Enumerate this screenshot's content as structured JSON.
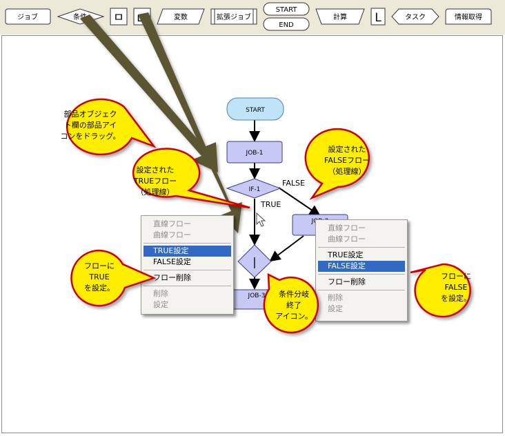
{
  "toolbar": {
    "job": "ジョブ",
    "condition": "条件",
    "loop_start_glyph": "ㅁ",
    "loop_end_glyph": "ш",
    "variable": "変数",
    "ext_job": "拡張ジョブ",
    "start": "START",
    "end": "END",
    "calc": "計算",
    "label_glyph": "L",
    "task": "タスク",
    "info": "情報取得"
  },
  "flow": {
    "start": "START",
    "job1": "JOB-1",
    "if1": "IF-1",
    "job2": "JOB-2",
    "job3": "JOB-3",
    "merge_glyph": "|",
    "true_label": "TRUE",
    "false_label": "FALSE"
  },
  "menu_left": {
    "items": [
      "直線フロー",
      "曲線フロー",
      "TRUE設定",
      "FALSE設定",
      "フロー削除",
      "削除",
      "設定"
    ]
  },
  "menu_right": {
    "items": [
      "直線フロー",
      "曲線フロー",
      "TRUE設定",
      "FALSE設定",
      "フロー削除",
      "削除",
      "設定"
    ]
  },
  "callouts": {
    "drag": [
      "部品オブジェク",
      "ト欄の部品アイ",
      "コンをドラッグ。"
    ],
    "true_flow": [
      "設定された",
      "TRUEフロー",
      "（処理線）"
    ],
    "false_flow": [
      "設定された",
      "FALSEフロー",
      "（処理線）"
    ],
    "set_true": [
      "フローに",
      "TRUE",
      "を設定。"
    ],
    "set_false": [
      "フローに",
      "FALSE",
      "を設定。"
    ],
    "merge_end": [
      "条件分岐",
      "終了",
      "アイコン。"
    ]
  },
  "colors": {
    "callout_fill": "#ffee00",
    "callout_border": "#cc0000",
    "job_fill": "#c8c8f4",
    "start_fill": "#bfe3f7",
    "selected_item": "#316ac5"
  }
}
